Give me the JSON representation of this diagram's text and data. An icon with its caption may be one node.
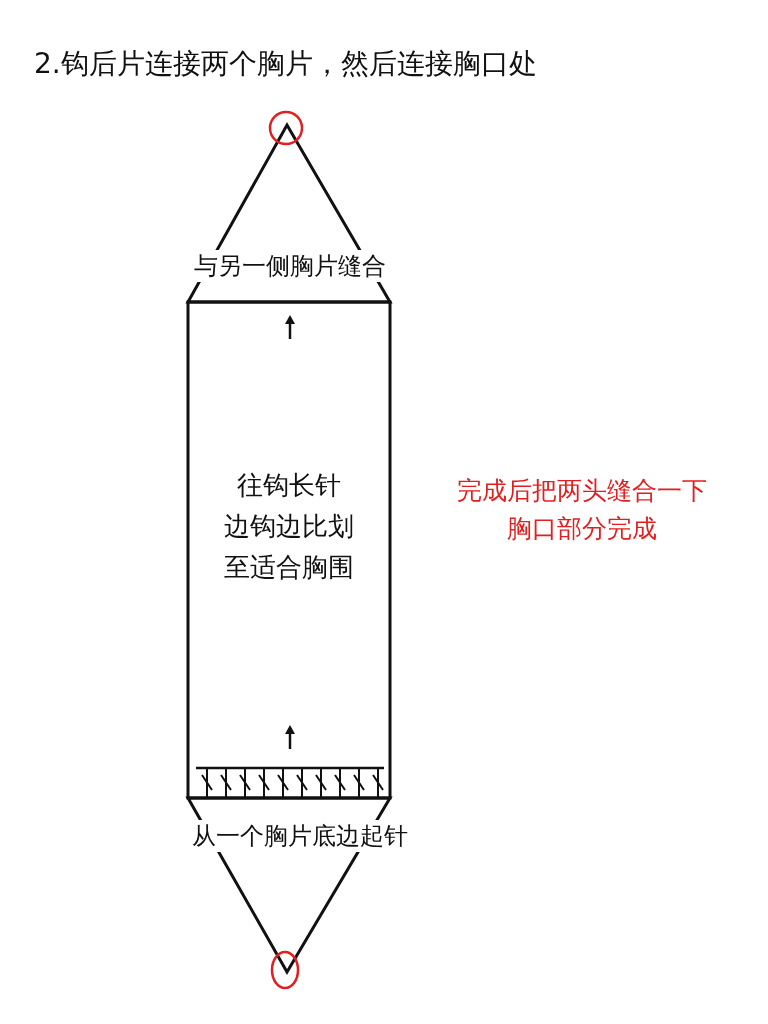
{
  "diagram": {
    "title": "2.钩后片连接两个胸片，然后连接胸口处",
    "nodes": [
      {
        "text": [
          "与另一侧胸片缝合"
        ]
      },
      {
        "text": [
          "往钩长针",
          "边钩边比划",
          "至适合胸围"
        ]
      },
      {
        "text": [
          "从一个胸片底边起针"
        ]
      }
    ],
    "labels": [
      "完成后把两头缝合一下胸口部分完成"
    ]
  }
}
